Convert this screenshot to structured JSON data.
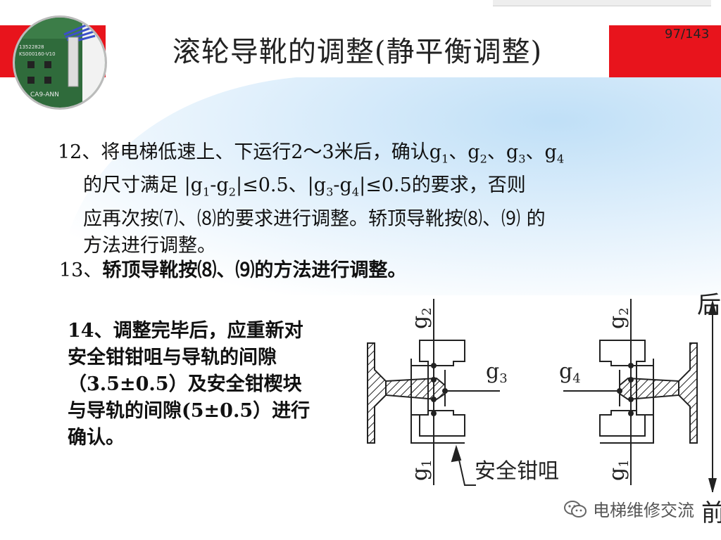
{
  "slide": {
    "title": "滚轮导靴的调整(静平衡调整)",
    "page_number": "97/143"
  },
  "logo_board": {
    "board_code": "13522828",
    "board_model": "KS000160-V10",
    "board_label": "CA9-ANN"
  },
  "step12": {
    "line1_a": "12、将电梯低速上、下运行2～3米后，确认g",
    "line1_s1": "1",
    "line1_b": "、g",
    "line1_s2": "2",
    "line1_c": "、g",
    "line1_s3": "3",
    "line1_d": "、g",
    "line1_s4": "4",
    "line2_a": "的尺寸满足 |g",
    "line2_s1": "1",
    "line2_b": "-g",
    "line2_s2": "2",
    "line2_c": "|≤0.5、|g",
    "line2_s3": "3",
    "line2_d": "-g",
    "line2_s4": "4",
    "line2_e": "|≤0.5的要求，否则",
    "line3": "应再次按⑺、⑻的要求进行调整。轿顶导靴按⑻、⑼ 的",
    "line4": "方法进行调整。"
  },
  "step13": {
    "num": "13、",
    "text": "轿顶导靴按⑻、⑼的方法进行调整。"
  },
  "step14": {
    "line1": "14、调整完毕后，应重新对",
    "line2": "安全钳钳咀与导轨的间隙",
    "line3": "（3.5±0.5）及安全钳楔块",
    "line4": "与导轨的间隙(5±0.5）进行",
    "line5": "确认。"
  },
  "diagram": {
    "label_g1": "g",
    "label_g2": "g",
    "label_g3": "g",
    "label_g4": "g",
    "sub_1": "1",
    "sub_2": "2",
    "sub_3": "3",
    "sub_4": "4",
    "safety_gear_label": "安全钳咀",
    "direction_back": "后",
    "direction_front": "前"
  },
  "watermark": {
    "text": "电梯维修交流"
  },
  "colors": {
    "accent_red": "#e8141c",
    "bg_blue": "#cfe8fa"
  }
}
